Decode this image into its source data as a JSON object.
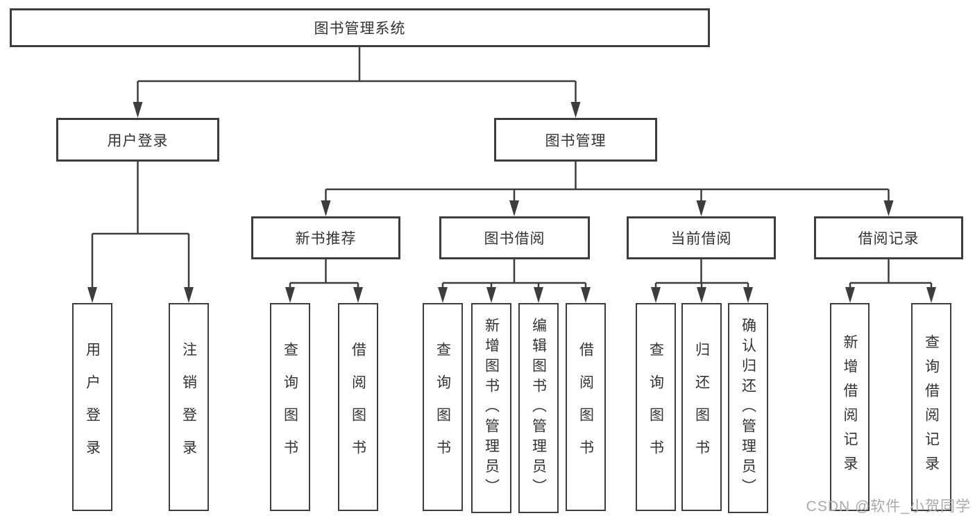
{
  "diagram": {
    "root": {
      "label": "图书管理系统"
    },
    "level2": [
      {
        "id": "user-login",
        "label": "用户登录"
      },
      {
        "id": "book-mgmt",
        "label": "图书管理"
      }
    ],
    "level3": [
      {
        "id": "new-book-rec",
        "label": "新书推荐"
      },
      {
        "id": "book-borrow",
        "label": "图书借阅"
      },
      {
        "id": "current-borrow",
        "label": "当前借阅"
      },
      {
        "id": "borrow-records",
        "label": "借阅记录"
      }
    ],
    "level4": [
      {
        "id": "user-login-action",
        "parent": "user-login",
        "label": "用户登录"
      },
      {
        "id": "logout",
        "parent": "user-login",
        "label": "注销登录"
      },
      {
        "id": "query-books-recommend",
        "parent": "new-book-rec",
        "label": "查询图书"
      },
      {
        "id": "borrow-books-recommend",
        "parent": "new-book-rec",
        "label": "借阅图书"
      },
      {
        "id": "query-books-borrow",
        "parent": "book-borrow",
        "label": "查询图书"
      },
      {
        "id": "add-books-admin",
        "parent": "book-borrow",
        "label": "新增图书（管理员）"
      },
      {
        "id": "edit-books-admin",
        "parent": "book-borrow",
        "label": "编辑图书（管理员）"
      },
      {
        "id": "borrow-books-borrow",
        "parent": "book-borrow",
        "label": "借阅图书"
      },
      {
        "id": "query-books-current",
        "parent": "current-borrow",
        "label": "查询图书"
      },
      {
        "id": "return-books",
        "parent": "current-borrow",
        "label": "归还图书"
      },
      {
        "id": "confirm-return-admin",
        "parent": "current-borrow",
        "label": "确认归还（管理员）"
      },
      {
        "id": "add-borrow-record",
        "parent": "borrow-records",
        "label": "新增借阅记录"
      },
      {
        "id": "query-borrow-record",
        "parent": "borrow-records",
        "label": "查询借阅记录"
      }
    ]
  },
  "watermark": {
    "text": "CSDN @软件_小贺同学"
  },
  "colors": {
    "line": "#3d3d3d",
    "text": "#333333",
    "background": "#ffffff",
    "watermark": "#a9a9a9"
  }
}
